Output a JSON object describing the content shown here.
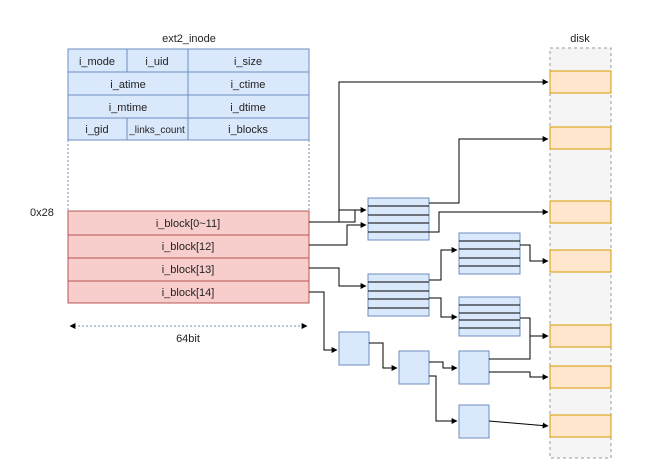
{
  "inode": {
    "title": "ext2_inode",
    "rows": [
      {
        "cells": [
          "i_mode",
          "i_uid",
          "i_size"
        ]
      },
      {
        "cells": [
          "i_atime",
          "i_ctime"
        ]
      },
      {
        "cells": [
          "i_mtime",
          "i_dtime"
        ]
      },
      {
        "cells": [
          "i_gid",
          "_links_count",
          "i_blocks"
        ]
      }
    ],
    "offset_label": "0x28",
    "block_rows": [
      "i_block[0~11]",
      "i_block[12]",
      "i_block[13]",
      "i_block[14]"
    ],
    "width_label": "64bit"
  },
  "disk": {
    "title": "disk"
  },
  "colors": {
    "inode_fill": "#dae8fc",
    "inode_stroke": "#6c8ebf",
    "block_fill": "#f8cecc",
    "block_stroke": "#b85450",
    "disk_block_fill": "#ffe6cc",
    "disk_block_stroke": "#d79b00"
  }
}
